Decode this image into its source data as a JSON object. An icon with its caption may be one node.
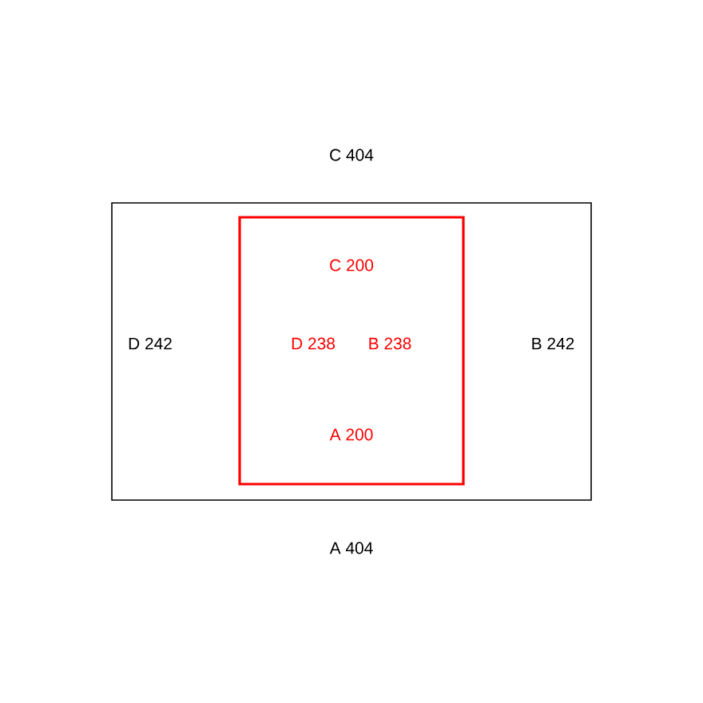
{
  "diagram": {
    "nodes": [
      {
        "text": [
          "D 242",
          "B 242"
        ],
        "beside": [
          "C 404",
          "A 404"
        ]
      },
      {
        "text": [
          "C 200",
          "D 238",
          "B 238",
          "A 200"
        ],
        "in": 0
      }
    ]
  }
}
